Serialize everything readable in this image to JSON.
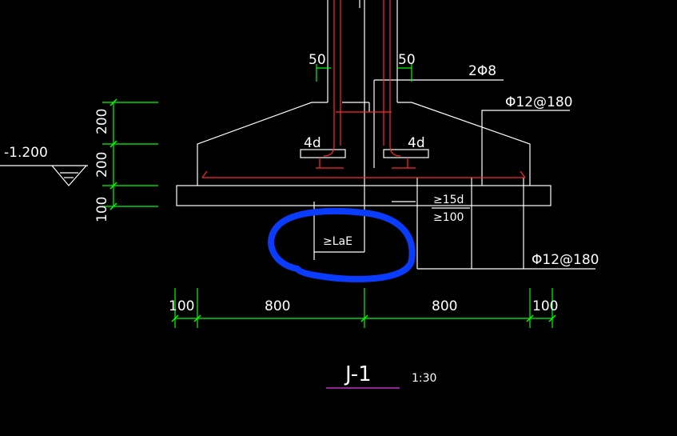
{
  "drawing": {
    "elevation_label": "-1.200",
    "dimensions_vertical": [
      "200",
      "200",
      "100"
    ],
    "dimensions_top": [
      "50",
      "50"
    ],
    "rebar_labels": {
      "stirrup_top": "2Φ8",
      "bottom_bar_1": "Φ12@180",
      "bottom_bar_2": "Φ12@180",
      "hook_left": "4d",
      "hook_right": "4d",
      "anchor_1": "≥15d",
      "anchor_2": "≥100",
      "anchor_length": "≥LaE"
    },
    "dimensions_bottom": [
      "100",
      "800",
      "800",
      "100"
    ],
    "title": "J-1",
    "scale": "1:30"
  },
  "colors": {
    "background": "#000000",
    "outline": "#ffffff",
    "rebar": "#ff2a2a",
    "dimension": "#00ff00",
    "highlight": "#0a3cff",
    "title_underline": "#c030c0"
  }
}
